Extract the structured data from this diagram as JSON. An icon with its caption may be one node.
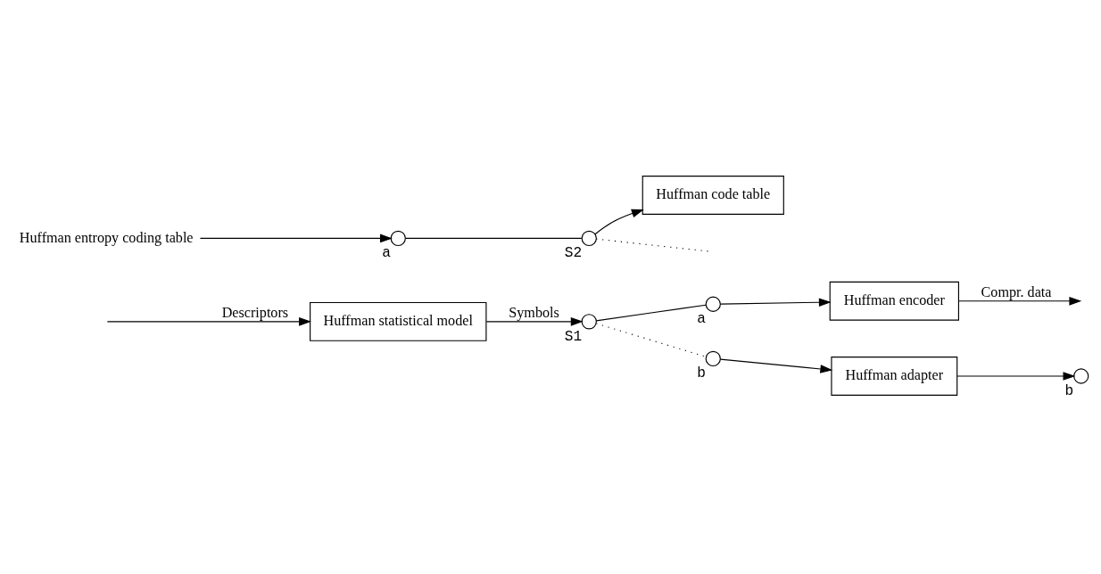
{
  "diagram": {
    "nodes": [
      {
        "text": [
          "Huffman statistical model"
        ]
      },
      {
        "text": [],
        "shape": "circle",
        "beside": [
          "S1"
        ]
      },
      {
        "text": [],
        "shape": "circle",
        "beside": [
          "a"
        ]
      },
      {
        "text": [],
        "shape": "circle",
        "beside": [
          "b"
        ]
      },
      {
        "text": [
          "Huffman encoder"
        ]
      },
      {
        "text": [
          "Huffman adapter"
        ]
      },
      {
        "text": [],
        "shape": "circle",
        "beside": [
          "b"
        ]
      },
      {
        "text": [],
        "shape": "circle",
        "beside": [
          "S2"
        ]
      },
      {
        "text": [],
        "shape": "circle",
        "beside": [
          "a"
        ]
      },
      {
        "text": [
          "Huffman code table"
        ]
      },
      {
        "text": [
          "Huffman entropy coding table"
        ]
      }
    ],
    "edges": [
      {
        "from": null,
        "to": 0,
        "arrow": "to",
        "label": "Descriptors"
      },
      {
        "from": 0,
        "to": 1,
        "arrow": "to",
        "label": "Symbols"
      },
      {
        "from": 1,
        "to": 2,
        "arrow": "none"
      },
      {
        "from": 1,
        "to": 3,
        "arrow": "none",
        "style": "dashed"
      },
      {
        "from": 2,
        "to": 4,
        "arrow": "to"
      },
      {
        "from": 4,
        "to": null,
        "arrow": "to",
        "label": "Compr. data"
      },
      {
        "from": 3,
        "to": 5,
        "arrow": "to"
      },
      {
        "from": 5,
        "to": 6,
        "arrow": "to"
      },
      {
        "from": 8,
        "to": 7,
        "arrow": "none"
      },
      {
        "from": 7,
        "to": null,
        "arrow": "none",
        "style": "dashed"
      },
      {
        "from": 7,
        "to": 9,
        "arrow": "to"
      },
      {
        "from": 10,
        "to": 8,
        "arrow": "to"
      }
    ]
  }
}
